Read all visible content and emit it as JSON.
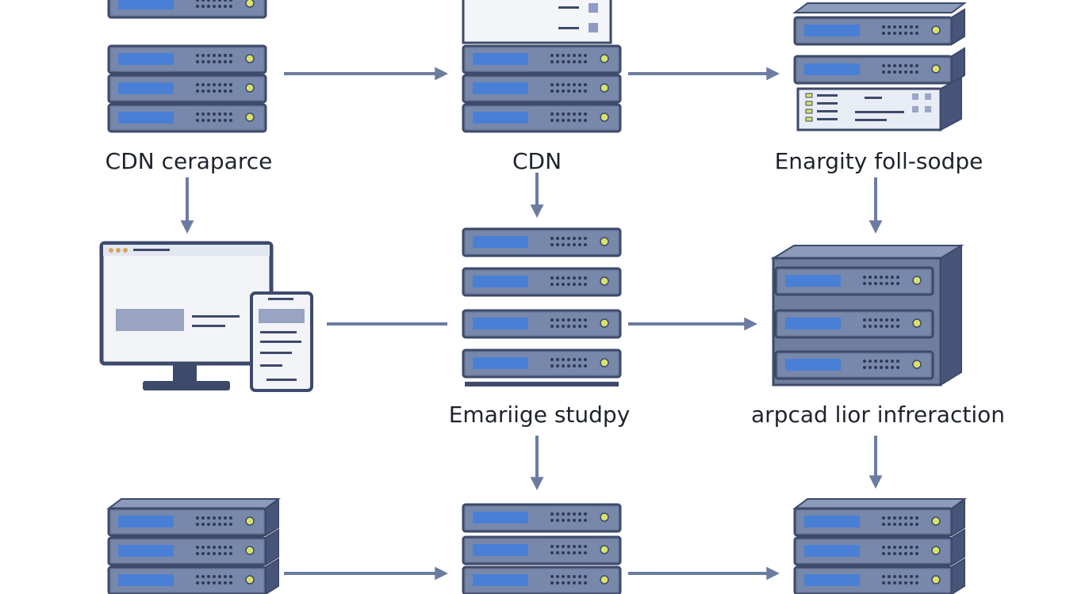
{
  "diagram": {
    "labels": {
      "cdn_ceraparce": "CDN ceraparce",
      "cdn": "CDN",
      "enargity": "Enargity foll-sodpe",
      "emariige": "Emariige studpy",
      "arpcad": "arpcad lior infreraction"
    }
  },
  "colors": {
    "server_body": "#6f7d9f",
    "server_frame": "#3e4a6b",
    "server_side": "#48557a",
    "server_top": "#8d9bbb",
    "display_bar": "#4a7fd6",
    "led": "#d8e26a",
    "arrow": "#6b7ca0",
    "screen": "#f2f4f8"
  },
  "icons": [
    "server-rack-icon",
    "monitor-icon",
    "tablet-icon",
    "arrow-icon"
  ]
}
